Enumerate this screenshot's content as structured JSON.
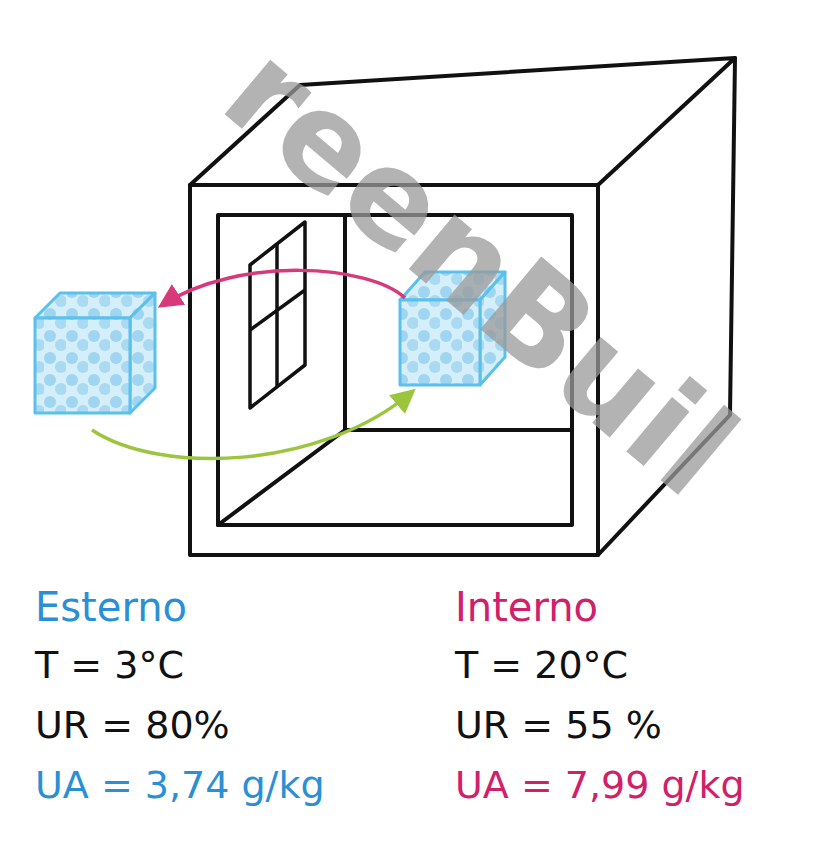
{
  "diagram": {
    "labels": [
      "reenBuil",
      "Esterno",
      "T = 3°C",
      "UR = 80%",
      "UA = 3,74 g/kg",
      "Interno",
      "T = 20°C",
      "UR = 55 %",
      "UA = 7,99 g/kg"
    ]
  }
}
